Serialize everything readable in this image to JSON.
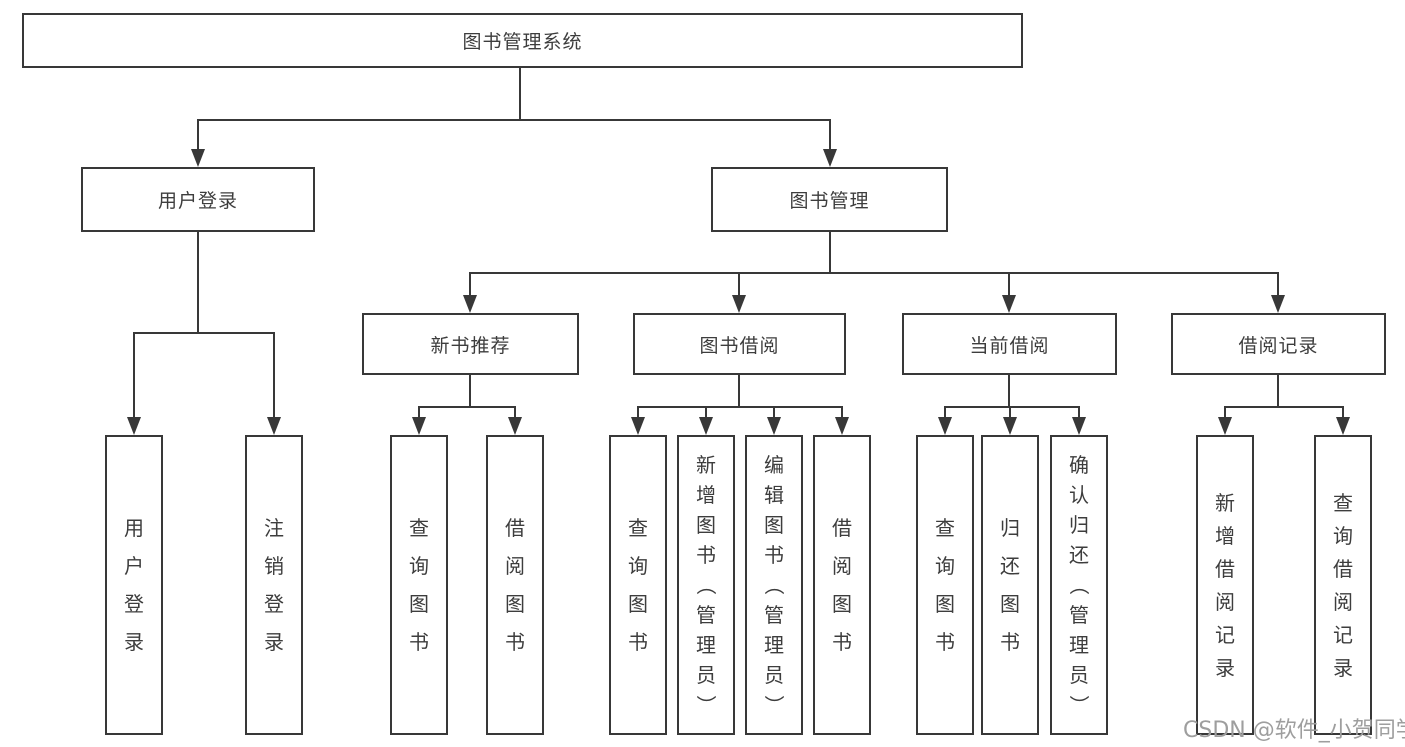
{
  "colors": {
    "line": "#383838",
    "text": "#3d3d3d",
    "watermark": "#9e9e9e",
    "background": "#ffffff"
  },
  "watermark": "CSDN @软件_小贺同学",
  "root": {
    "label": "图书管理系统"
  },
  "branches": {
    "user_login": {
      "label": "用户登录",
      "children": [
        {
          "label": "用户登录"
        },
        {
          "label": "注销登录"
        }
      ]
    },
    "book_management": {
      "label": "图书管理",
      "children": [
        {
          "label": "新书推荐",
          "children": [
            {
              "label": "查询图书"
            },
            {
              "label": "借阅图书"
            }
          ]
        },
        {
          "label": "图书借阅",
          "children": [
            {
              "label": "查询图书"
            },
            {
              "label": "新增图书（管理员）"
            },
            {
              "label": "编辑图书（管理员）"
            },
            {
              "label": "借阅图书"
            }
          ]
        },
        {
          "label": "当前借阅",
          "children": [
            {
              "label": "查询图书"
            },
            {
              "label": "归还图书"
            },
            {
              "label": "确认归还（管理员）"
            }
          ]
        },
        {
          "label": "借阅记录",
          "children": [
            {
              "label": "新增借阅记录"
            },
            {
              "label": "查询借阅记录"
            }
          ]
        }
      ]
    }
  }
}
